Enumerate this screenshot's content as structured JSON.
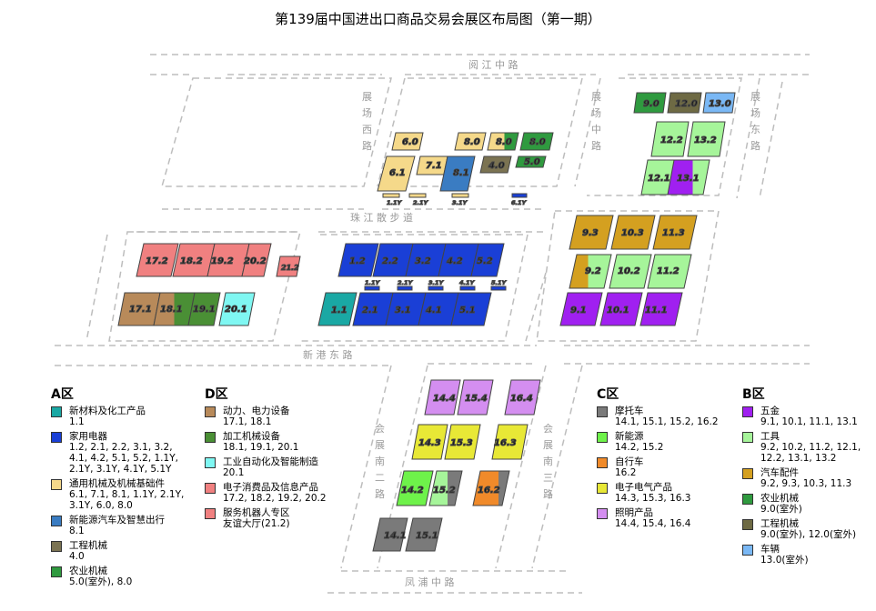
{
  "title": "第139届中国进出口商品交易会展区布局图（第一期）",
  "colors": {
    "A_new_material": "#1aa8a4",
    "A_home_appliance": "#1a3fd6",
    "A_general_machinery": "#f5d98a",
    "A_new_energy_vehicle": "#3a7cc2",
    "A_construction": "#7b7352",
    "A_agri": "#2f9a3f",
    "D_power": "#b88a5a",
    "D_processing": "#4a8f35",
    "D_automation": "#7ff7f2",
    "D_electronics": "#f08080",
    "D_robot": "#f08080",
    "C_motorcycle": "#7a7a7a",
    "C_new_energy": "#6ef24a",
    "C_bicycle": "#f08a2a",
    "C_electrical": "#e8e836",
    "C_lighting": "#d48ef0",
    "B_hardware": "#a020f0",
    "B_tools": "#a6f59a",
    "B_auto_parts": "#d4a020",
    "B_agri": "#2f9a3f",
    "B_construction": "#6e6a44",
    "B_vehicles": "#7ab8f5"
  },
  "roads": {
    "north": "阅 江 中 路",
    "west": "展场西路",
    "middle": "展场中路",
    "east": "展场东路",
    "promenade": "珠 江 散 步 道",
    "xingang": "新 港 东 路",
    "south2": "会展南二路",
    "south3": "会展南三路",
    "south": "凤 浦 中 路"
  },
  "halls": {
    "h6_0": "6.0",
    "h7_1": "7.1",
    "h6_1": "6.1",
    "h8_0a": "8.0",
    "h8_0b": "8.0",
    "h8_0c": "8.0",
    "h8_1": "8.1",
    "h4_0": "4.0",
    "h5_0": "5.0",
    "h1_1Y": "1.1Y",
    "h2_1Y": "2.1Y",
    "h3_1Y": "3.1Y",
    "h6_1Y": "6.1Y",
    "h9_0": "9.0",
    "h12_0": "12.0",
    "h13_0": "13.0",
    "h12_2": "12.2",
    "h13_2": "13.2",
    "h12_1": "12.1",
    "h13_1": "13.1",
    "h9_3": "9.3",
    "h10_3": "10.3",
    "h11_3": "11.3",
    "h9_2": "9.2",
    "h10_2": "10.2",
    "h11_2": "11.2",
    "h9_1": "9.1",
    "h10_1": "10.1",
    "h11_1": "11.1",
    "h17_2": "17.2",
    "h18_2": "18.2",
    "h19_2": "19.2",
    "h20_2": "20.2",
    "h21_2": "21.2",
    "h17_1": "17.1",
    "h18_1": "18.1",
    "h19_1": "19.1",
    "h20_1": "20.1",
    "h1_2": "1.2",
    "h2_2": "2.2",
    "h3_2": "3.2",
    "h4_2": "4.2",
    "h5_2": "5.2",
    "h1_1Y_b": "1.1Y",
    "h2_1Y_b": "2.1Y",
    "h3_1Y_b": "3.1Y",
    "h4_1Y": "4.1Y",
    "h5_1Y": "5.1Y",
    "h1_1": "1.1",
    "h2_1": "2.1",
    "h3_1": "3.1",
    "h4_1": "4.1",
    "h5_1": "5.1",
    "h14_4": "14.4",
    "h15_4": "15.4",
    "h16_4": "16.4",
    "h14_3": "14.3",
    "h15_3": "15.3",
    "h16_3": "16.3",
    "h14_2": "14.2",
    "h15_2": "15.2",
    "h16_2": "16.2",
    "h14_1": "14.1",
    "h15_1": "15.1"
  },
  "legend_A": {
    "title": "A区",
    "items": [
      {
        "name": "新材料及化工产品",
        "halls": "1.1",
        "color": "#1aa8a4"
      },
      {
        "name": "家用电器",
        "halls": "1.2, 2.1, 2.2, 3.1, 3.2, 4.1, 4.2, 5.1, 5.2, 1.1Y, 2.1Y, 3.1Y, 4.1Y, 5.1Y",
        "color": "#1a3fd6"
      },
      {
        "name": "通用机械及机械基础件",
        "halls": "6.1, 7.1, 8.1, 1.1Y, 2.1Y, 3.1Y, 6.0, 8.0",
        "color": "#f5d98a"
      },
      {
        "name": "新能源汽车及智慧出行",
        "halls": "8.1",
        "color": "#3a7cc2"
      },
      {
        "name": "工程机械",
        "halls": "4.0",
        "color": "#7b7352"
      },
      {
        "name": "农业机械",
        "halls": "5.0(室外), 8.0",
        "color": "#2f9a3f"
      }
    ]
  },
  "legend_D": {
    "title": "D区",
    "items": [
      {
        "name": "动力、电力设备",
        "halls": "17.1, 18.1",
        "color": "#b88a5a"
      },
      {
        "name": "加工机械设备",
        "halls": "18.1, 19.1, 20.1",
        "color": "#4a8f35"
      },
      {
        "name": "工业自动化及智能制造",
        "halls": "20.1",
        "color": "#7ff7f2"
      },
      {
        "name": "电子消费品及信息产品",
        "halls": "17.2, 18.2, 19.2, 20.2",
        "color": "#f08080"
      },
      {
        "name": "服务机器人专区",
        "halls": "友谊大厅(21.2)",
        "color": "#f08080"
      }
    ]
  },
  "legend_C": {
    "title": "C区",
    "items": [
      {
        "name": "摩托车",
        "halls": "14.1, 15.1, 15.2, 16.2",
        "color": "#7a7a7a"
      },
      {
        "name": "新能源",
        "halls": "14.2, 15.2",
        "color": "#6ef24a"
      },
      {
        "name": "自行车",
        "halls": "16.2",
        "color": "#f08a2a"
      },
      {
        "name": "电子电气产品",
        "halls": "14.3, 15.3, 16.3",
        "color": "#e8e836"
      },
      {
        "name": "照明产品",
        "halls": "14.4, 15.4, 16.4",
        "color": "#d48ef0"
      }
    ]
  },
  "legend_B": {
    "title": "B区",
    "items": [
      {
        "name": "五金",
        "halls": "9.1, 10.1, 11.1, 13.1",
        "color": "#a020f0"
      },
      {
        "name": "工具",
        "halls": "9.2, 10.2, 11.2, 12.1, 12.2, 13.1, 13.2",
        "color": "#a6f59a"
      },
      {
        "name": "汽车配件",
        "halls": "9.2, 9.3, 10.3, 11.3",
        "color": "#d4a020"
      },
      {
        "name": "农业机械",
        "halls": "9.0(室外)",
        "color": "#2f9a3f"
      },
      {
        "name": "工程机械",
        "halls": "9.0(室外), 12.0(室外)",
        "color": "#6e6a44"
      },
      {
        "name": "车辆",
        "halls": "13.0(室外)",
        "color": "#7ab8f5"
      }
    ]
  }
}
